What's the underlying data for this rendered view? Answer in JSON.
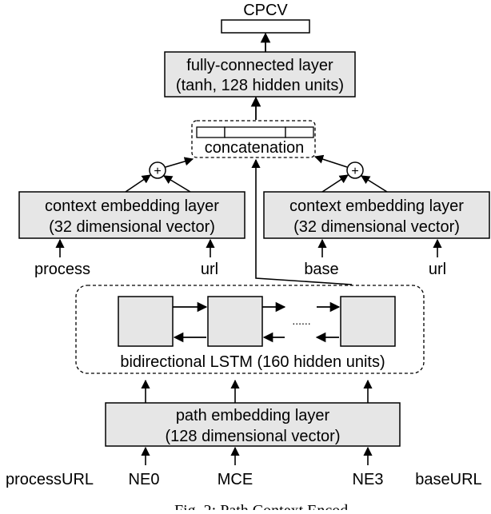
{
  "output_label": "CPCV",
  "fc_layer": {
    "line1": "fully-connected layer",
    "line2": "(tanh, 128 hidden units)"
  },
  "concat_label": "concatenation",
  "plus_symbol": "+",
  "ctx_left": {
    "line1": "context embedding layer",
    "line2": "(32 dimensional vector)"
  },
  "ctx_right": {
    "line1": "context embedding layer",
    "line2": "(32 dimensional vector)"
  },
  "ctx_inputs": {
    "left_a": "process",
    "left_b": "url",
    "right_a": "base",
    "right_b": "url"
  },
  "lstm_dots": "......",
  "lstm_label": "bidirectional LSTM (160 hidden units)",
  "path_layer": {
    "line1": "path embedding layer",
    "line2": "(128 dimensional vector)"
  },
  "path_inputs": [
    "processURL",
    "NE0",
    "MCE",
    "NE3",
    "baseURL"
  ],
  "caption": "Fig. 2: Path Context Encod",
  "colors": {
    "box_fill": "#e6e6e6",
    "stroke": "#000000"
  }
}
